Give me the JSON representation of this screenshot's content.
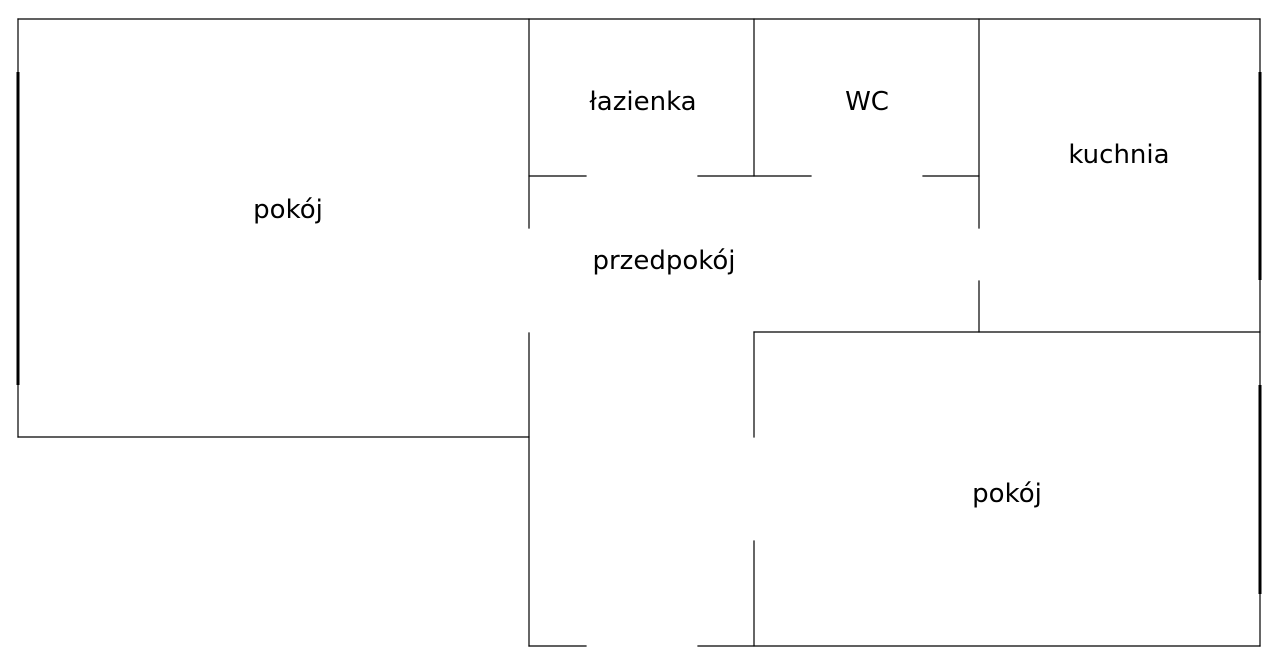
{
  "plan": {
    "colors": {
      "background": "#ffffff",
      "wall": "#000000"
    },
    "rooms": {
      "living_left": "pokój",
      "bathroom": "łazienka",
      "wc": "WC",
      "kitchen": "kuchnia",
      "hallway": "przedpokój",
      "living_right": "pokój"
    }
  }
}
